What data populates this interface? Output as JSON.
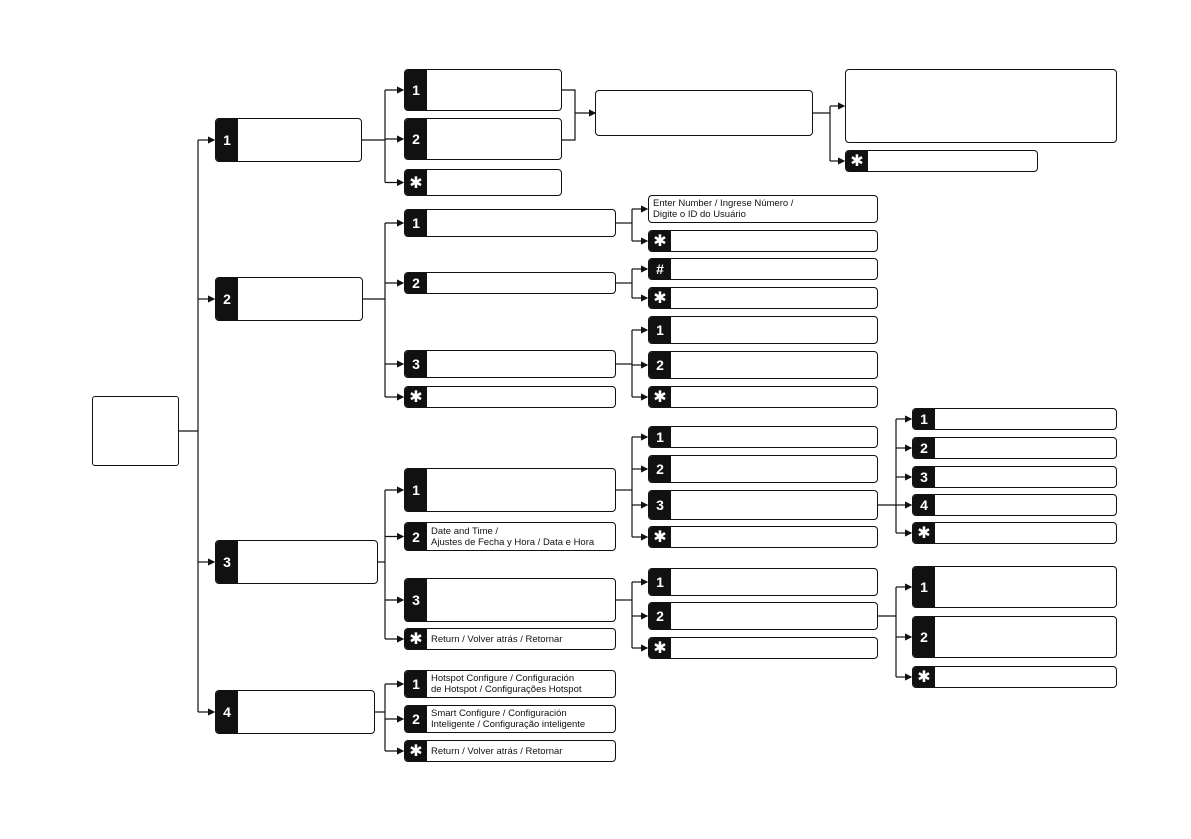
{
  "colors": {
    "line": "#111111",
    "tab": "#111111",
    "tab_text": "#ffffff"
  },
  "nodes": {
    "n1": {
      "key": "1",
      "label": ""
    },
    "n1_1": {
      "key": "1",
      "label": ""
    },
    "n1_2": {
      "key": "2",
      "label": ""
    },
    "n1_s": {
      "key": "✱",
      "label": ""
    },
    "n1_mid": {
      "key": "",
      "label": ""
    },
    "n1_end": {
      "key": "",
      "label": ""
    },
    "n1_end_s": {
      "key": "✱",
      "label": ""
    },
    "n2": {
      "key": "2",
      "label": ""
    },
    "n2_1": {
      "key": "1",
      "label": ""
    },
    "n2_1_a": {
      "key": "",
      "label": "Enter Number  /  Ingrese Número  /\nDigite o ID do Usuário"
    },
    "n2_1_s": {
      "key": "✱",
      "label": ""
    },
    "n2_2": {
      "key": "2",
      "label": ""
    },
    "n2_2_h": {
      "key": "#",
      "label": ""
    },
    "n2_2_s": {
      "key": "✱",
      "label": ""
    },
    "n2_3": {
      "key": "3",
      "label": ""
    },
    "n2_3_1": {
      "key": "1",
      "label": ""
    },
    "n2_3_2": {
      "key": "2",
      "label": ""
    },
    "n2_3_s": {
      "key": "✱",
      "label": ""
    },
    "n2_s": {
      "key": "✱",
      "label": ""
    },
    "n3": {
      "key": "3",
      "label": ""
    },
    "n3_1": {
      "key": "1",
      "label": ""
    },
    "n3_1_1": {
      "key": "1",
      "label": ""
    },
    "n3_1_2": {
      "key": "2",
      "label": ""
    },
    "n3_1_3": {
      "key": "3",
      "label": ""
    },
    "n3_1_s": {
      "key": "✱",
      "label": ""
    },
    "n3_1_3_1": {
      "key": "1",
      "label": ""
    },
    "n3_1_3_2": {
      "key": "2",
      "label": ""
    },
    "n3_1_3_3": {
      "key": "3",
      "label": ""
    },
    "n3_1_3_4": {
      "key": "4",
      "label": ""
    },
    "n3_1_3_s": {
      "key": "✱",
      "label": ""
    },
    "n3_2": {
      "key": "2",
      "label": "Date and Time /\nAjustes de Fecha y Hora  /  Data e Hora"
    },
    "n3_3": {
      "key": "3",
      "label": ""
    },
    "n3_3_1": {
      "key": "1",
      "label": ""
    },
    "n3_3_2": {
      "key": "2",
      "label": ""
    },
    "n3_3_s": {
      "key": "✱",
      "label": ""
    },
    "n3_3_2_1": {
      "key": "1",
      "label": ""
    },
    "n3_3_2_2": {
      "key": "2",
      "label": ""
    },
    "n3_3_2_s": {
      "key": "✱",
      "label": ""
    },
    "n3_s": {
      "key": "✱",
      "label": "Return  /  Volver atrás  /  Retornar"
    },
    "n4": {
      "key": "4",
      "label": ""
    },
    "n4_1": {
      "key": "1",
      "label": "Hotspot Configure  /  Configuración\nde Hotspot  /  Configurações Hotspot"
    },
    "n4_2": {
      "key": "2",
      "label": "Smart Configure  /  Configuración\nInteligente  /  Configuração inteligente"
    },
    "n4_s": {
      "key": "✱",
      "label": "Return  /  Volver atrás  /  Retornar"
    }
  }
}
